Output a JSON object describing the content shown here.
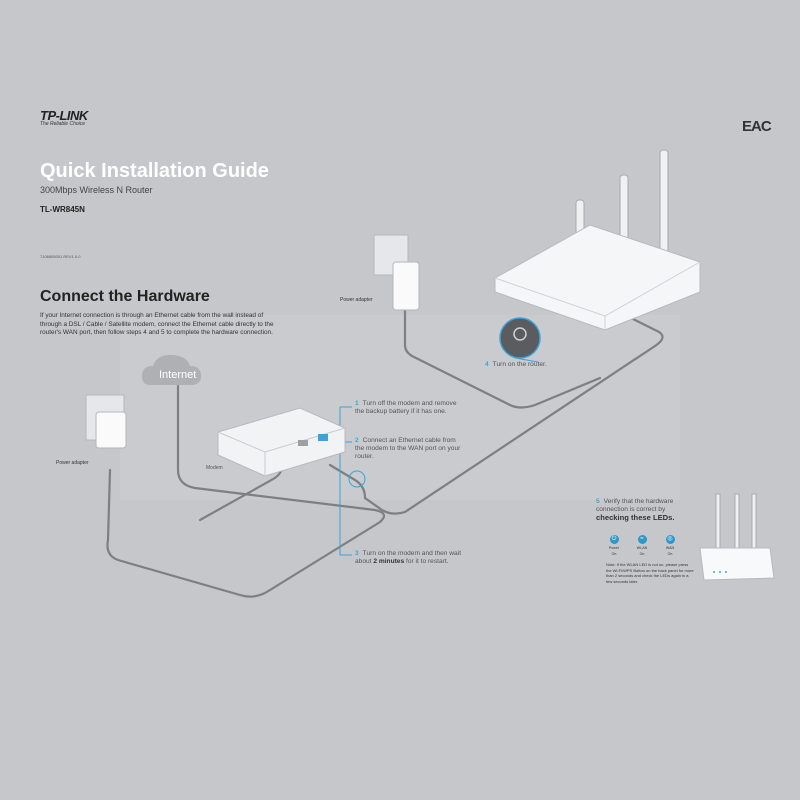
{
  "brand": {
    "name": "TP-LINK",
    "tagline": "The Reliable Choice",
    "cert_mark": "EAC"
  },
  "header": {
    "title": "Quick Installation Guide",
    "subtitle": "300Mbps Wireless N Router",
    "model": "TL-WR845N",
    "code": "7106505001   REV1.0.0"
  },
  "section": {
    "title": "Connect the Hardware",
    "intro": "If your Internet connection is through an Ethernet cable from the wall instead of through a DSL / Cable / Satellite modem, connect the Ethernet cable directly to the router's WAN port, then follow steps 4 and 5 to complete the hardware connection."
  },
  "labels": {
    "internet": "Internet",
    "modem": "Modem",
    "power_adapter_left": "Power adapter",
    "power_adapter_top": "Power adapter"
  },
  "steps": [
    {
      "num": "1",
      "text": "Turn off the modem and remove the backup battery if it has one."
    },
    {
      "num": "2",
      "text": "Connect an Ethernet cable from the modem to the WAN port on your router."
    },
    {
      "num": "3",
      "text_a": "Turn on the modem and then wait about",
      "bold": "2 minutes",
      "text_b": "for it to restart."
    },
    {
      "num": "4",
      "text": "Turn on the router."
    },
    {
      "num": "5",
      "text": "Verify that the hardware connection is correct by",
      "bold": "checking these LEDs."
    }
  ],
  "leds": [
    {
      "label": "Power",
      "state": "On",
      "icon": "power-icon"
    },
    {
      "label": "WLAN",
      "state": "On",
      "icon": "wifi-icon"
    },
    {
      "label": "WAN",
      "state": "On",
      "icon": "globe-icon"
    }
  ],
  "note": "Note: If the WLAN LED is not on, please press the Wi-Fi/WPS Button on the back panel for more than 2 seconds and check the LEDs again in a few seconds later.",
  "colors": {
    "background": "#c6c7cb",
    "accent": "#3aa3d8",
    "cable": "#7d7f84",
    "device": "#f2f3f5"
  }
}
